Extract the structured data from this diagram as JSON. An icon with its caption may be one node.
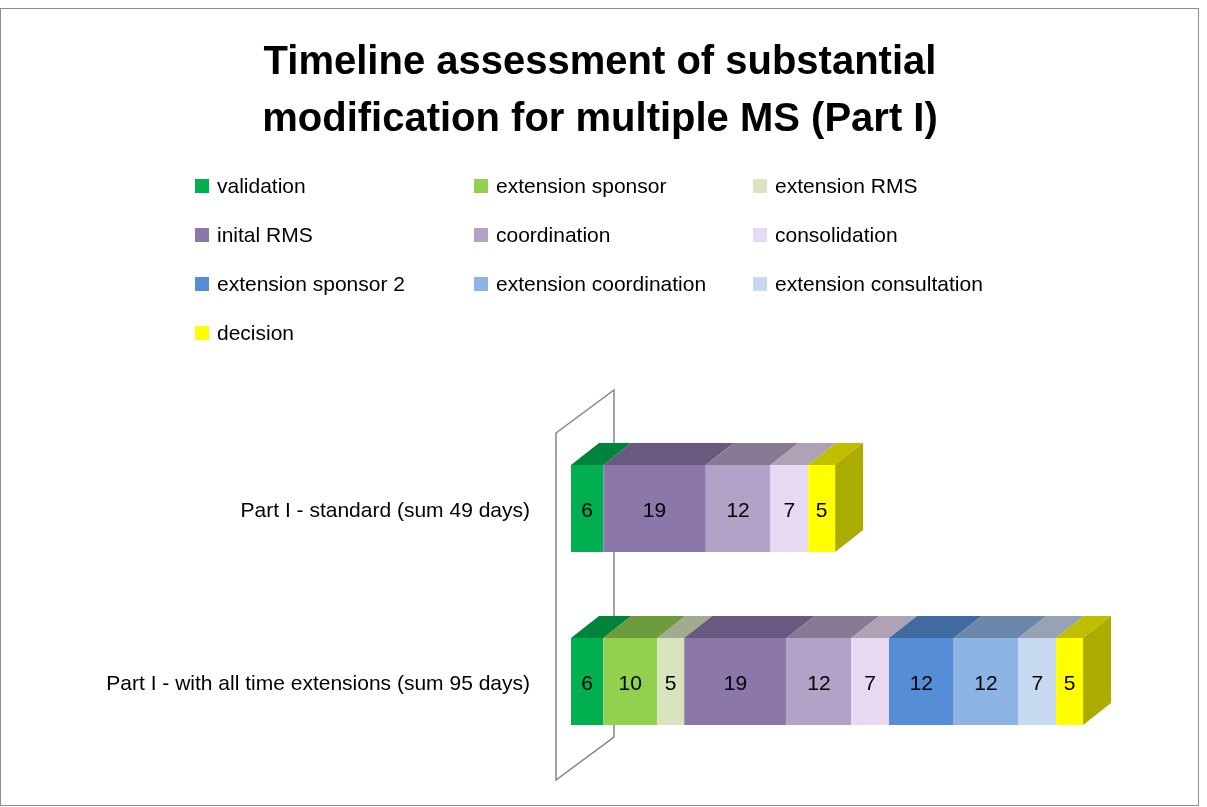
{
  "diagram": {
    "title": "Timeline assessment of substantial modification for multiple MS (Part I)",
    "chart_data": {
      "type": "bar",
      "orientation": "horizontal",
      "stacked": true,
      "data_labels": true,
      "categories": [
        "Part I - standard (sum 49 days)",
        "Part I - with all time extensions (sum 95 days)"
      ],
      "series": [
        {
          "name": "validation",
          "color": "#00b050",
          "values": [
            6,
            6
          ]
        },
        {
          "name": "extension sponsor",
          "color": "#92d050",
          "values": [
            null,
            10
          ]
        },
        {
          "name": "extension RMS",
          "color": "#d7e4bd",
          "values": [
            null,
            5
          ]
        },
        {
          "name": "inital RMS",
          "color": "#8c77ab",
          "values": [
            19,
            19
          ]
        },
        {
          "name": "coordination",
          "color": "#b3a2c7",
          "values": [
            12,
            12
          ]
        },
        {
          "name": "consolidation",
          "color": "#e8d9f2",
          "values": [
            7,
            7
          ]
        },
        {
          "name": "extension sponsor 2",
          "color": "#558ed5",
          "values": [
            null,
            12
          ]
        },
        {
          "name": "extension coordination",
          "color": "#8eb4e3",
          "values": [
            null,
            12
          ]
        },
        {
          "name": "extension consultation",
          "color": "#c6d9f1",
          "values": [
            null,
            7
          ]
        },
        {
          "name": "decision",
          "color": "#ffff00",
          "values": [
            5,
            5
          ]
        }
      ]
    }
  }
}
